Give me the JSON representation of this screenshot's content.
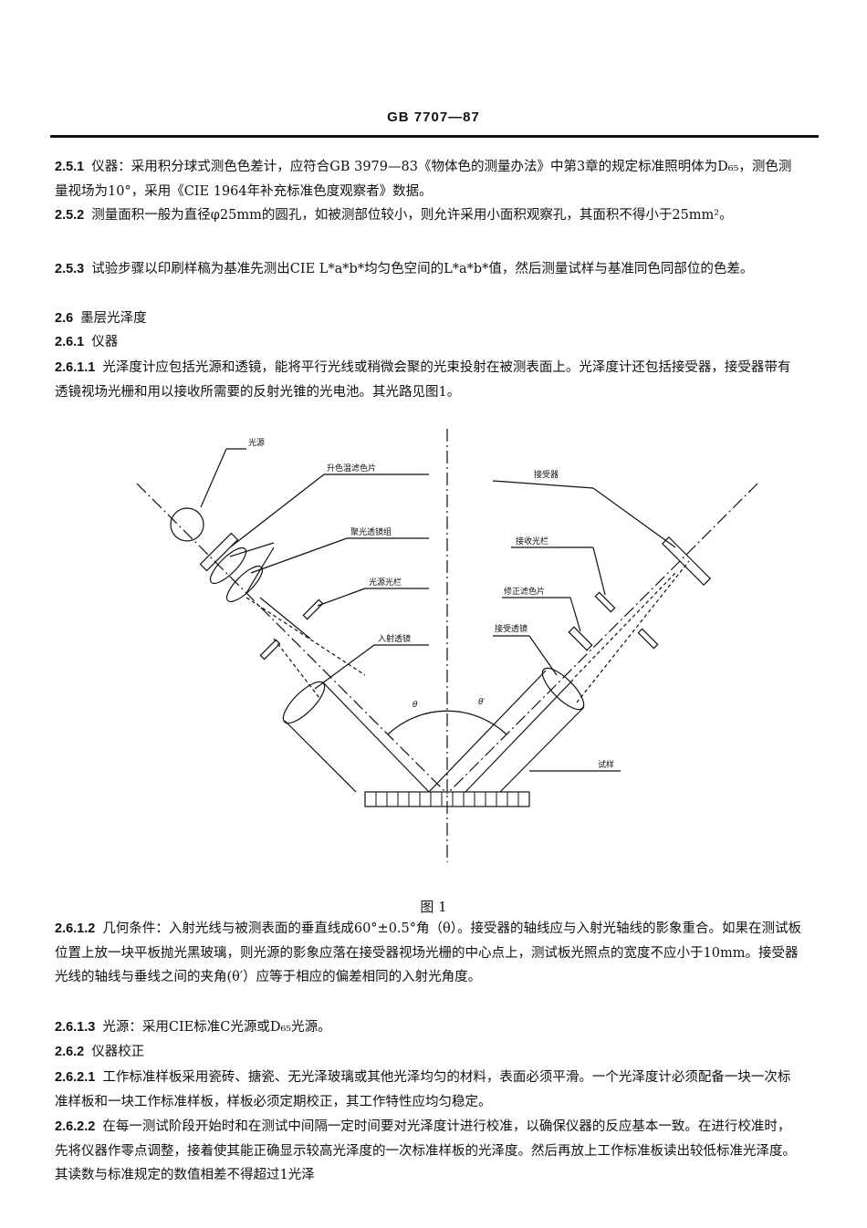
{
  "header": {
    "standard_no": "GB 7707—87"
  },
  "paragraphs_top": [
    {
      "num": "2.5.1",
      "text": "仪器：采用积分球式测色色差计，应符合GB 3979—83《物体色的测量办法》中第3章的规定标准照明体为D₆₅，测色测量视场为10°，采用《CIE 1964年补充标准色度观察者》数据。"
    },
    {
      "num": "2.5.2",
      "text": "测量面积一般为直径φ25mm的圆孔，如被测部位较小，则允许采用小面积观察孔，其面积不得小于25mm²。"
    },
    {
      "num": "2.5.3",
      "text": "试验步骤以印刷样稿为基准先测出CIE L*a*b*均匀色空间的L*a*b*值，然后测量试样与基准同色同部位的色差。"
    },
    {
      "num": "2.6",
      "text": "墨层光泽度"
    },
    {
      "num": "2.6.1",
      "text": "仪器"
    },
    {
      "num": "2.6.1.1",
      "text": "光泽度计应包括光源和透镜，能将平行光线或稍微会聚的光束投射在被测表面上。光泽度计还包括接受器，接受器带有透镜视场光栅和用以接收所需要的反射光锥的光电池。其光路见图1。"
    }
  ],
  "figure": {
    "caption": "图 1",
    "labels": {
      "light_source": "光源",
      "color_temp_filter": "升色温滤色片",
      "condenser_lens_group": "聚光透镜组",
      "source_stop": "光源光栏",
      "incident_lens": "入射透镜",
      "theta": "θ",
      "theta_prime": "θ′",
      "receiver": "接受器",
      "receiving_stop": "接收光栏",
      "correction_filter": "修正滤色片",
      "receiving_lens": "接受透镜",
      "sample": "试样"
    }
  },
  "paragraphs_bottom": [
    {
      "num": "2.6.1.2",
      "text": "几何条件：入射光线与被测表面的垂直线成60°±0.5°角（θ）。接受器的轴线应与入射光轴线的影象重合。如果在测试板位置上放一块平板抛光黑玻璃，则光源的影象应落在接受器视场光栅的中心点上，测试板光照点的宽度不应小于10mm。接受器光线的轴线与垂线之间的夹角(θ′）应等于相应的偏差相同的入射光角度。"
    },
    {
      "num": "2.6.1.3",
      "text": "光源：采用CIE标准C光源或D₆₅光源。"
    },
    {
      "num": "2.6.2",
      "text": "仪器校正"
    },
    {
      "num": "2.6.2.1",
      "text": "工作标准样板采用瓷砖、搪瓷、无光泽玻璃或其他光泽均匀的材料，表面必须平滑。一个光泽度计必须配备一块一次标准样板和一块工作标准样板，样板必须定期校正，其工作特性应均匀稳定。"
    },
    {
      "num": "2.6.2.2",
      "text": "在每一测试阶段开始时和在测试中间隔一定时间要对光泽度计进行校准，以确保仪器的反应基本一致。在进行校准时，先将仪器作零点调整，接着使其能正确显示较高光泽度的一次标准样板的光泽度。然后再放上工作标准板读出较低标准光泽度。其读数与标准规定的数值相差不得超过1光泽"
    }
  ]
}
